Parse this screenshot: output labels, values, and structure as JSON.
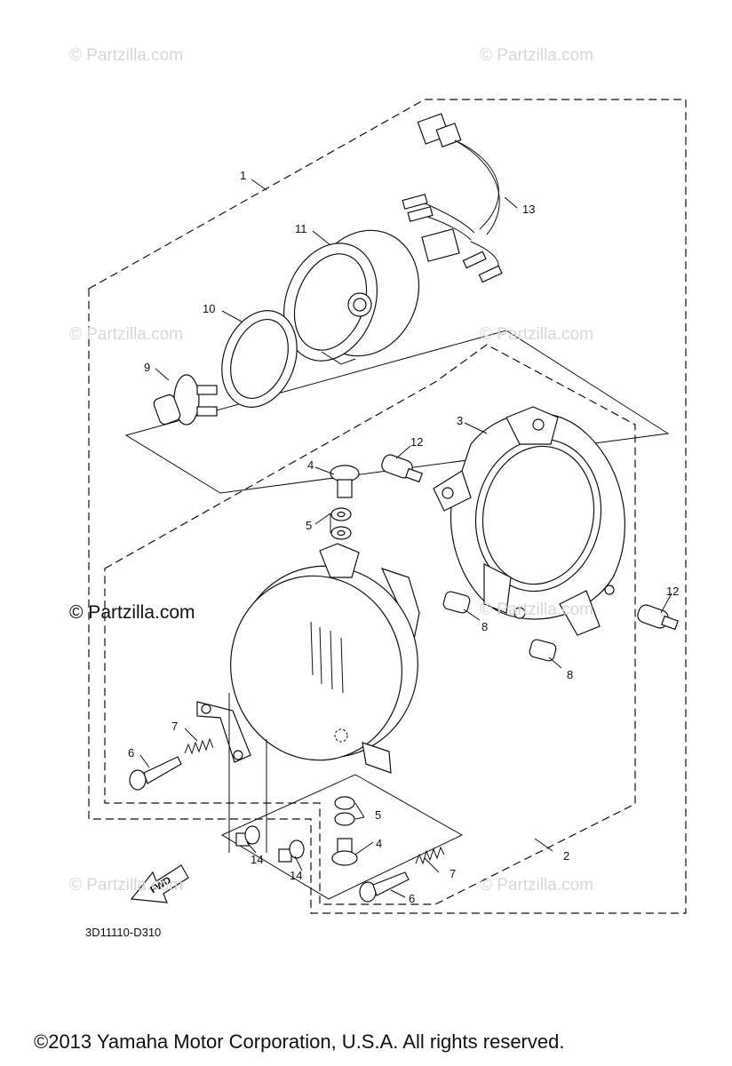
{
  "watermarks": [
    "© Partzilla.com",
    "© Partzilla.com",
    "© Partzilla.com",
    "© Partzilla.com",
    "© Partzilla.com",
    "© Partzilla.com",
    "© Partzilla.com"
  ],
  "watermark_strong": "© Partzilla.com",
  "callouts": {
    "c1": "1",
    "c2": "2",
    "c3": "3",
    "c4a": "4",
    "c4b": "4",
    "c5a": "5",
    "c5b": "5",
    "c6a": "6",
    "c6b": "6",
    "c7a": "7",
    "c7b": "7",
    "c8a": "8",
    "c8b": "8",
    "c9": "9",
    "c10": "10",
    "c11": "11",
    "c12a": "12",
    "c12b": "12",
    "c13": "13",
    "c14a": "14",
    "c14b": "14"
  },
  "fwd_label": "FWD",
  "diagram_code": "3D11110-D310",
  "copyright": "©2013  Yamaha Motor Corporation, U.S.A. All rights reserved."
}
